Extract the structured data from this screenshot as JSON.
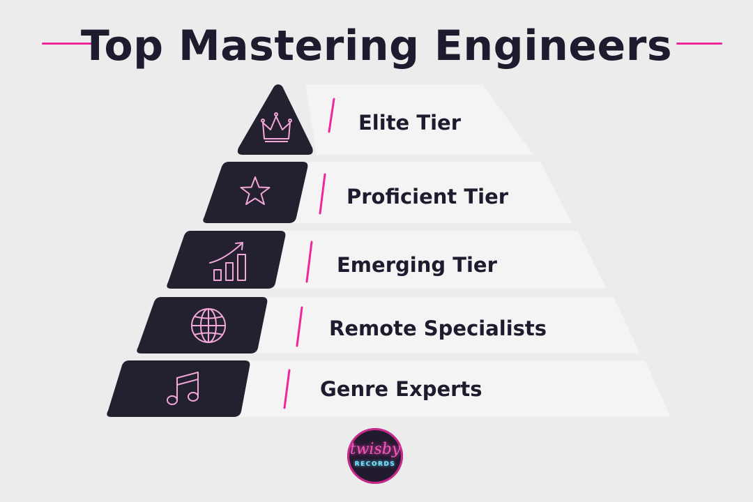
{
  "title": "Top Mastering Engineers",
  "colors": {
    "accent": "#f0259c",
    "block": "#23212f",
    "icon": "#f4a8d8",
    "band": "#f4f4f4",
    "text": "#1d1c2e",
    "background": "#ececec"
  },
  "tiers": [
    {
      "label": "Elite Tier",
      "icon": "crown-icon"
    },
    {
      "label": "Proficient Tier",
      "icon": "star-icon"
    },
    {
      "label": "Emerging Tier",
      "icon": "bar-chart-growth-icon"
    },
    {
      "label": "Remote Specialists",
      "icon": "globe-icon"
    },
    {
      "label": "Genre Experts",
      "icon": "music-note-icon"
    }
  ],
  "logo": {
    "script": "twisby",
    "sub": "RECORDS"
  }
}
